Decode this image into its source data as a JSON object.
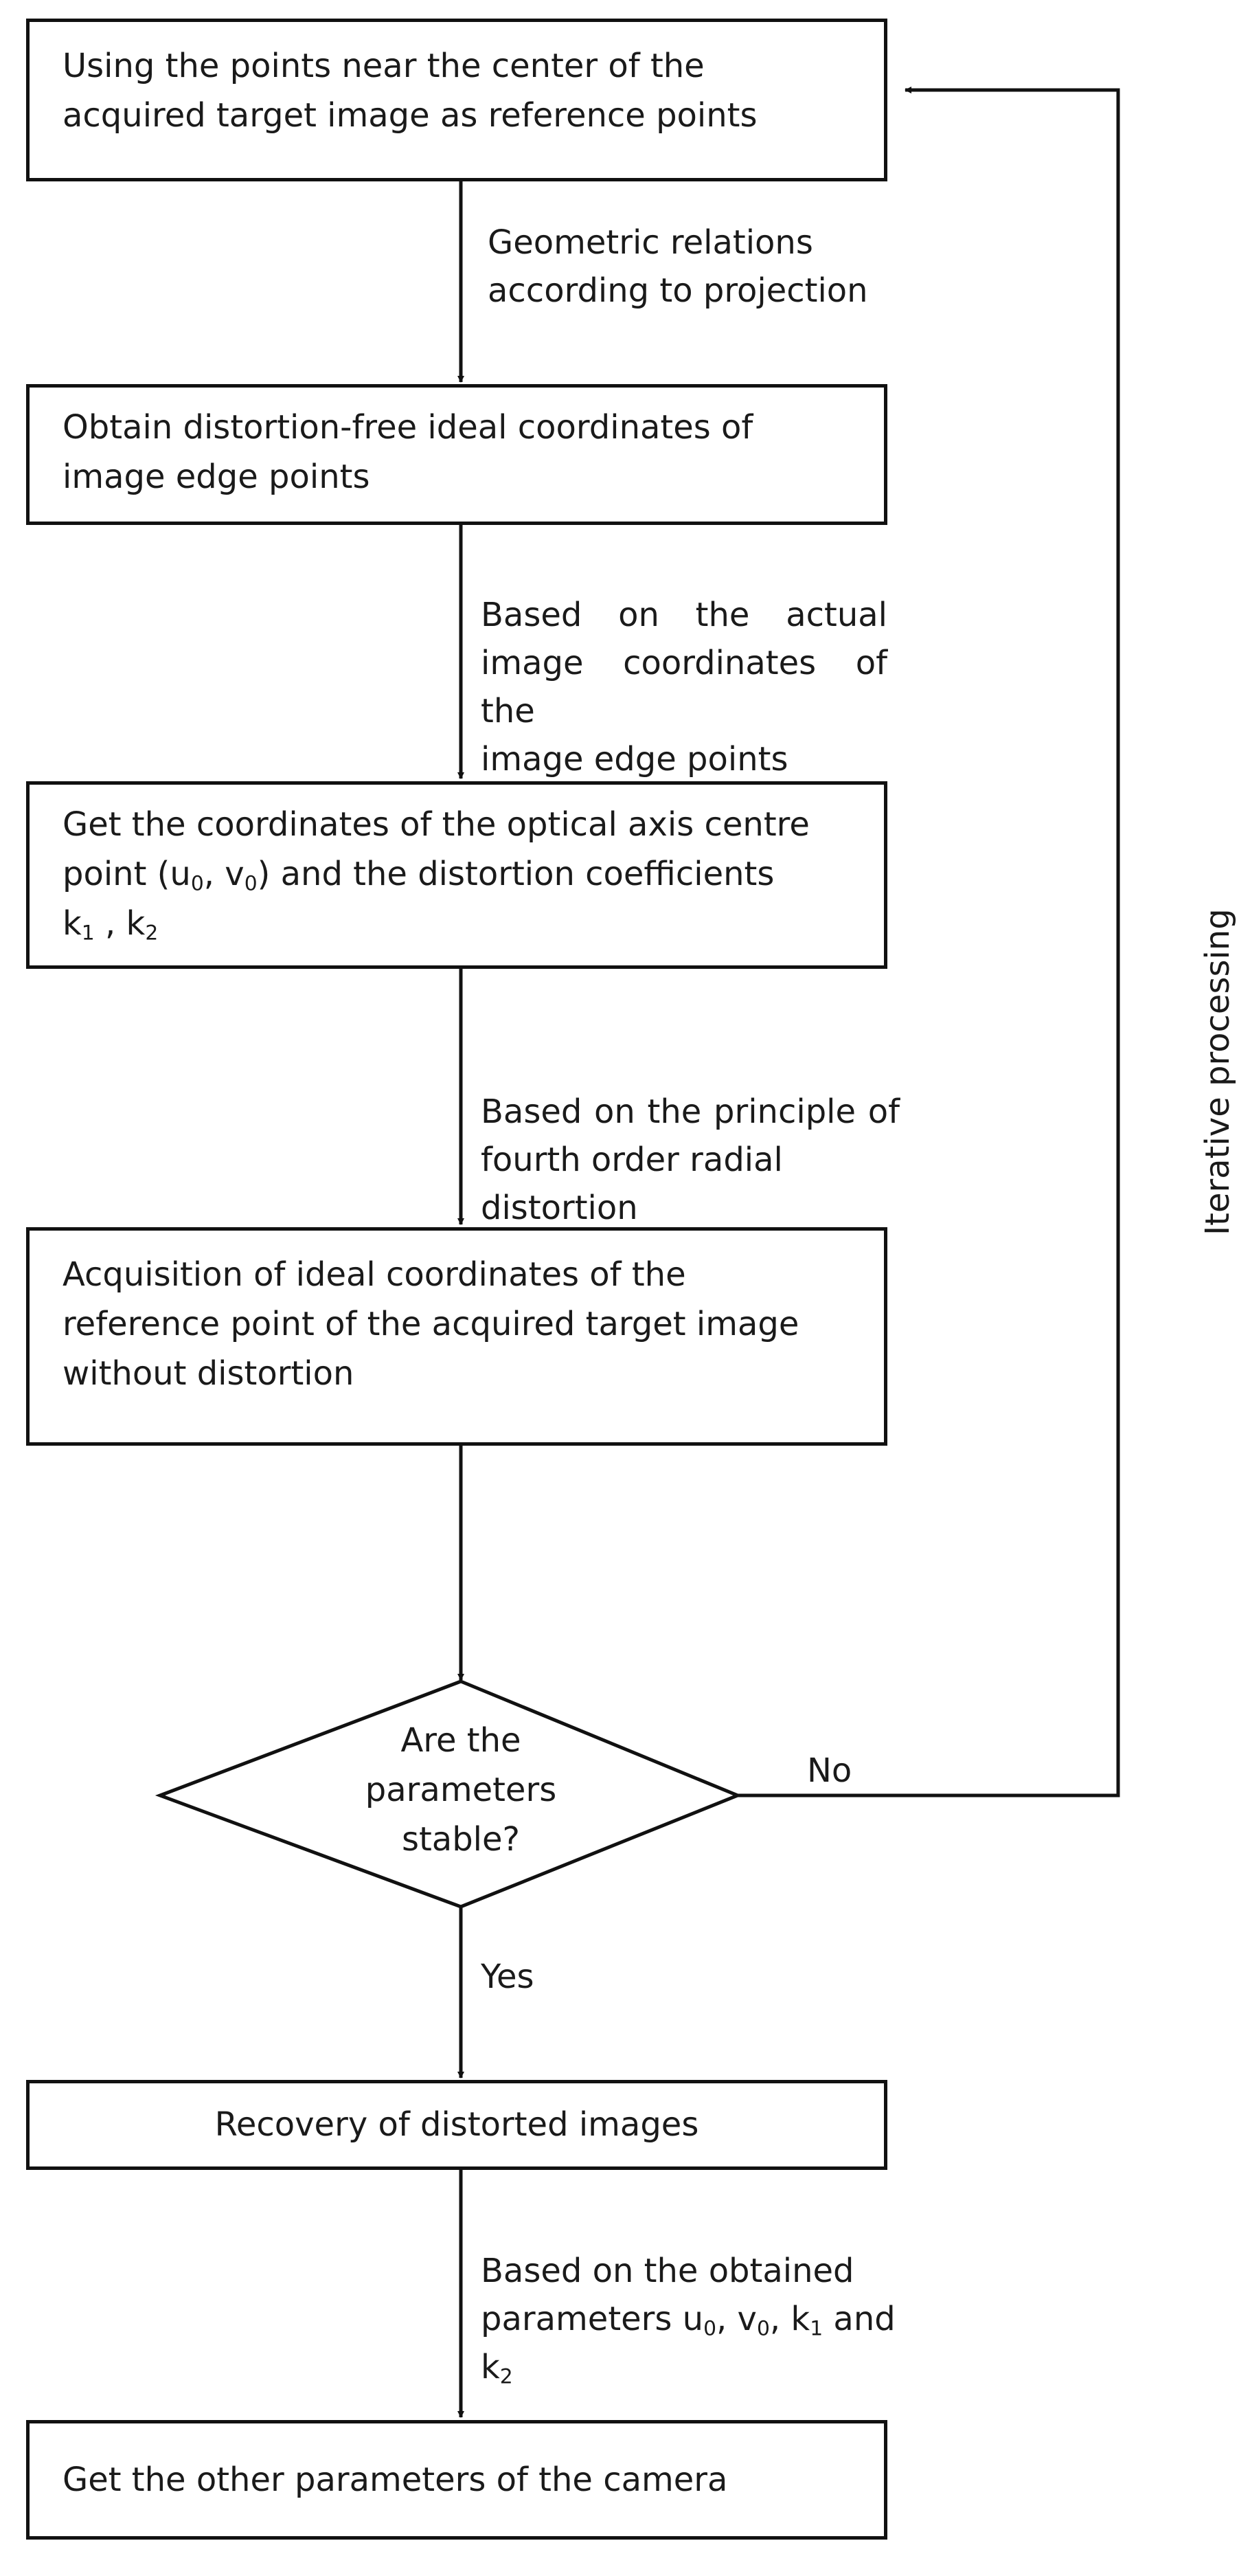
{
  "nodes": {
    "reference_points": {
      "line1": "Using the points near the center of the",
      "line2": "acquired target image as reference points"
    },
    "ideal_coordinates": {
      "line1": "Obtain distortion-free ideal coordinates of",
      "line2": "image edge points"
    },
    "optical_axis": {
      "line1": "Get the coordinates of the optical axis centre",
      "line2_prefix": "point (u",
      "sub0": "0",
      "line2_mid": ", v",
      "sub1": "0",
      "line2_suffix": ") and the distortion coefficients",
      "line3_k1": "k",
      "sub2": "1",
      "line3_sep": " , k",
      "sub3": "2"
    },
    "ideal_reference": {
      "line1": "Acquisition of ideal coordinates of the",
      "line2": "reference point of the acquired target image",
      "line3": "without distortion"
    },
    "decision": {
      "line1": "Are the",
      "line2": "parameters",
      "line3": "stable?"
    },
    "recovery": {
      "text": "Recovery of distorted images"
    },
    "other_parameters": {
      "text": "Get the other parameters of the camera"
    }
  },
  "edge_labels": {
    "geometric": {
      "line1": "Geometric relations",
      "line2": "according to projection"
    },
    "actual_coords": {
      "line1": "Based on the actual",
      "line2": "image coordinates of the",
      "line3": "image edge points"
    },
    "radial": {
      "line1": "Based on the principle of",
      "line2": "fourth order radial distortion"
    },
    "yes": "Yes",
    "no": "No",
    "iterative": "Iterative processing",
    "obtained": {
      "line1": "Based on the obtained",
      "line2_prefix": "parameters u",
      "sub0": "0",
      "line2_a": ", v",
      "sub1": "0",
      "line2_b": ", k",
      "sub2": "1",
      "line2_c": " and k",
      "sub3": "2"
    }
  },
  "colors": {
    "stroke": "#111111",
    "text": "#1a1a1a",
    "background": "#ffffff"
  }
}
